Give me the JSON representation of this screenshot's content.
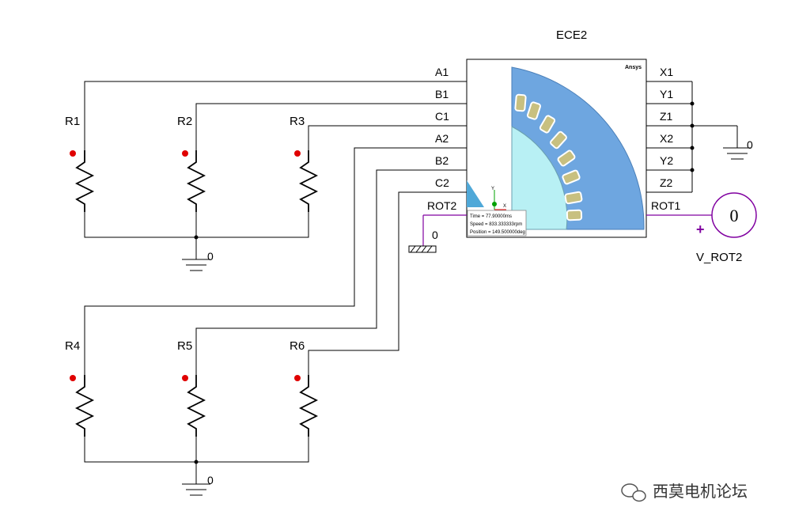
{
  "component": {
    "name": "ECE2",
    "brand": "Ansys",
    "left_pins": [
      "A1",
      "B1",
      "C1",
      "A2",
      "B2",
      "C2",
      "ROT2"
    ],
    "right_pins": [
      "X1",
      "Y1",
      "Z1",
      "X2",
      "Y2",
      "Z2",
      "ROT1"
    ],
    "overlay": {
      "time": "Time      = 77.90000ms",
      "speed": "Speed     = 833.333333rpm",
      "position": "Position = 149.500000deg"
    }
  },
  "resistors_top": [
    "R1",
    "R2",
    "R3"
  ],
  "resistors_bottom": [
    "R4",
    "R5",
    "R6"
  ],
  "grounds": {
    "top": "0",
    "bottom": "0",
    "rot2": "0",
    "right": "0"
  },
  "source": {
    "name": "V_ROT2",
    "symbol": "0",
    "polarity": "+"
  },
  "watermark": "西莫电机论坛",
  "colors": {
    "wire": "#000000",
    "pin_dot": "#e00000",
    "mech_wire": "#8000a0",
    "stator": "#6ea6e0",
    "rotor": "#b8f0f4",
    "coil": "#c8c080"
  }
}
